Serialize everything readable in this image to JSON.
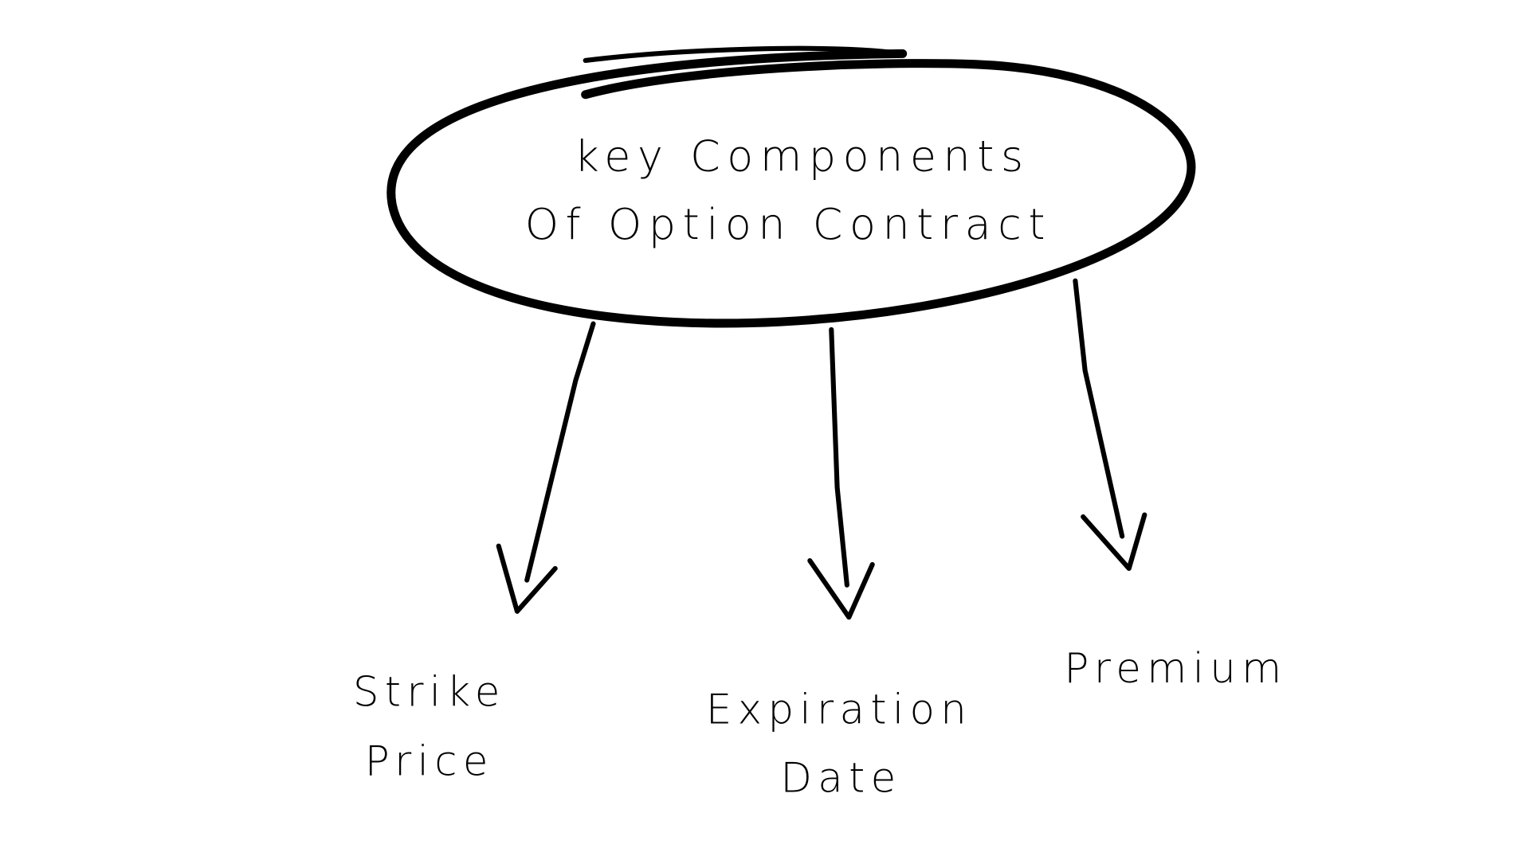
{
  "title": {
    "line1": "key Components",
    "line2": "Of Option Contract"
  },
  "components": [
    {
      "line1": "Strike",
      "line2": "Price"
    },
    {
      "line1": "Expiration",
      "line2": "Date"
    },
    {
      "line1": "Premium"
    }
  ],
  "colors": {
    "ink": "#000000",
    "background": "#ffffff"
  }
}
